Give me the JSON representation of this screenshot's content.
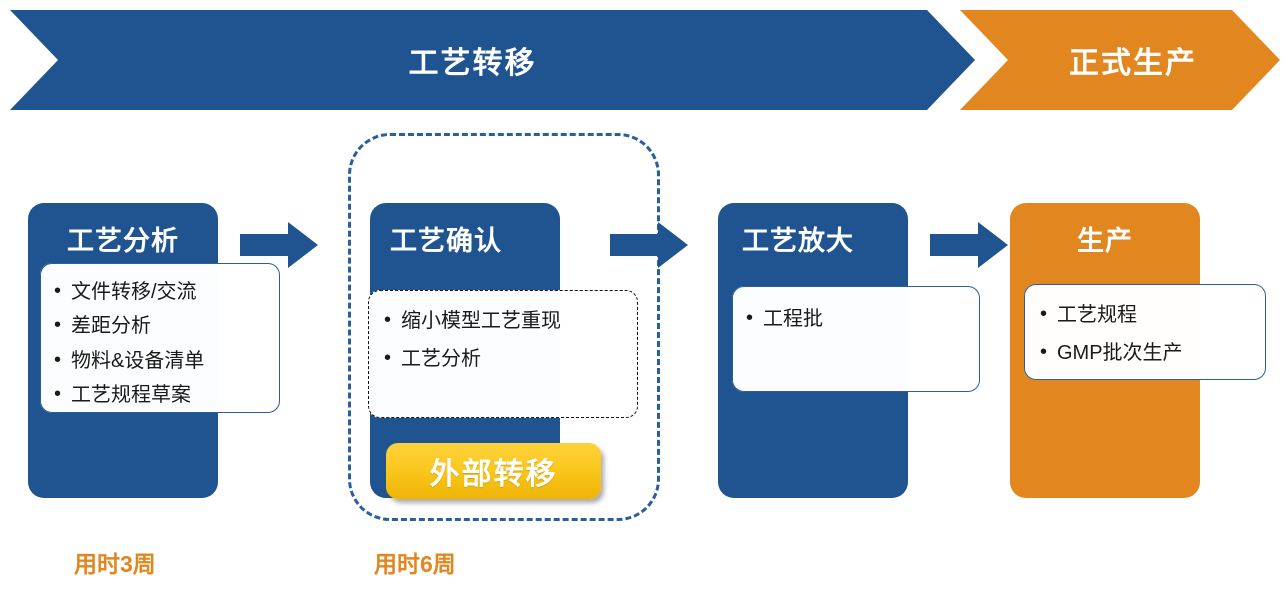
{
  "header": {
    "phase_main": "工艺转移",
    "phase_next": "正式生产",
    "color_blue": "#1f5490",
    "color_orange": "#e2861f"
  },
  "steps": [
    {
      "id": "process-analysis",
      "title": "工艺分析",
      "color": "#1f5490",
      "items": [
        "文件转移/交流",
        "差距分析",
        "物料&设备清单",
        "工艺规程草案"
      ]
    },
    {
      "id": "process-confirmation",
      "title": "工艺确认",
      "color": "#1f5490",
      "items": [
        "缩小模型工艺重现",
        "工艺分析"
      ],
      "badge": "外部转移"
    },
    {
      "id": "process-scale-up",
      "title": "工艺放大",
      "color": "#1f5490",
      "items": [
        "工程批"
      ]
    },
    {
      "id": "production",
      "title": "生产",
      "color": "#e2861f",
      "items": [
        "工艺规程",
        "GMP批次生产"
      ]
    }
  ],
  "captions": [
    {
      "text": "用时3周",
      "color": "#e2861f"
    },
    {
      "text": "用时6周",
      "color": "#e2861f"
    }
  ],
  "icons": {
    "arrow1": "arrow-right-icon",
    "arrow2": "arrow-right-icon",
    "arrow3": "arrow-right-icon"
  }
}
